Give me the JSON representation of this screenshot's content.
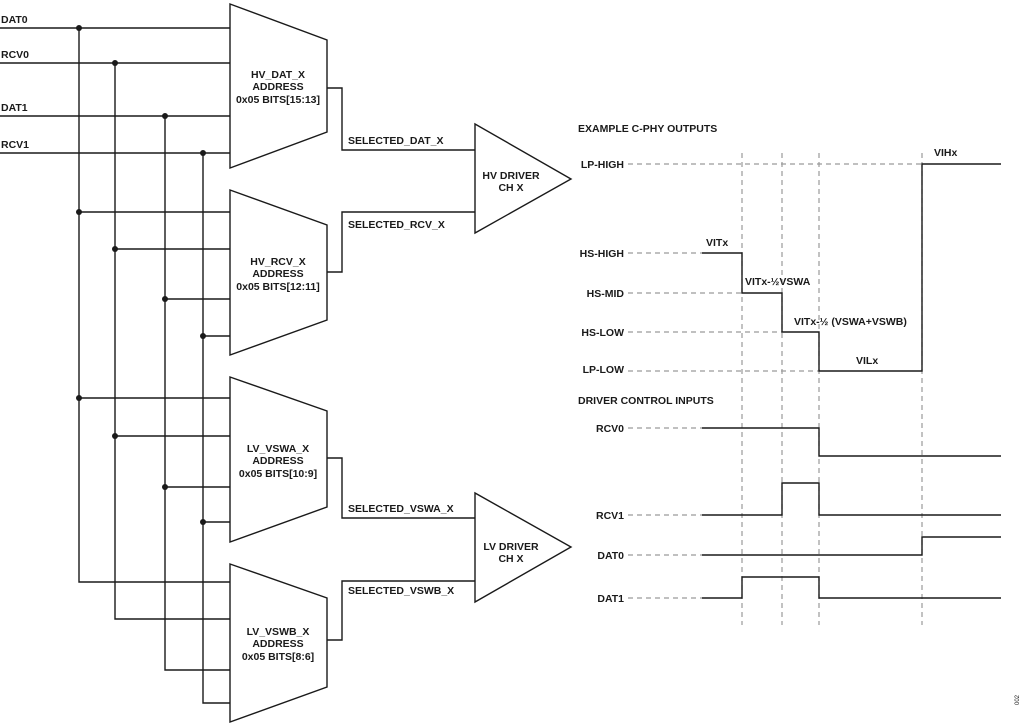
{
  "inputs": {
    "dat0": "DAT0",
    "rcv0": "RCV0",
    "dat1": "DAT1",
    "rcv1": "RCV1"
  },
  "muxes": {
    "hv_dat": {
      "line1": "HV_DAT_X",
      "line2": "ADDRESS",
      "line3": "0x05 BITS[15:13]"
    },
    "hv_rcv": {
      "line1": "HV_RCV_X",
      "line2": "ADDRESS",
      "line3": "0x05 BITS[12:11]"
    },
    "lv_vswa": {
      "line1": "LV_VSWA_X",
      "line2": "ADDRESS",
      "line3": "0x05 BITS[10:9]"
    },
    "lv_vswb": {
      "line1": "LV_VSWB_X",
      "line2": "ADDRESS",
      "line3": "0x05 BITS[8:6]"
    }
  },
  "signals": {
    "selected_dat": "SELECTED_DAT_X",
    "selected_rcv": "SELECTED_RCV_X",
    "selected_vswa": "SELECTED_VSWA_X",
    "selected_vswb": "SELECTED_VSWB_X"
  },
  "drivers": {
    "hv": {
      "line1": "HV DRIVER",
      "line2": "CH X"
    },
    "lv": {
      "line1": "LV DRIVER",
      "line2": "CH X"
    }
  },
  "outputs": {
    "heading": "EXAMPLE C-PHY OUTPUTS",
    "levels": {
      "lp_high": "LP-HIGH",
      "hs_high": "HS-HIGH",
      "hs_mid": "HS-MID",
      "hs_low": "HS-LOW",
      "lp_low": "LP-LOW"
    },
    "annotations": {
      "vihx": "VIHx",
      "vitx": "VITx",
      "vitx_half_vswa": "VITx-½VSWA",
      "vitx_half_sum": "VITx-½ (VSWA+VSWB)",
      "vilx": "VILx"
    }
  },
  "controls": {
    "heading": "DRIVER CONTROL INPUTS",
    "rcv0": "RCV0",
    "rcv1": "RCV1",
    "dat0": "DAT0",
    "dat1": "DAT1"
  },
  "figure_id": "002"
}
